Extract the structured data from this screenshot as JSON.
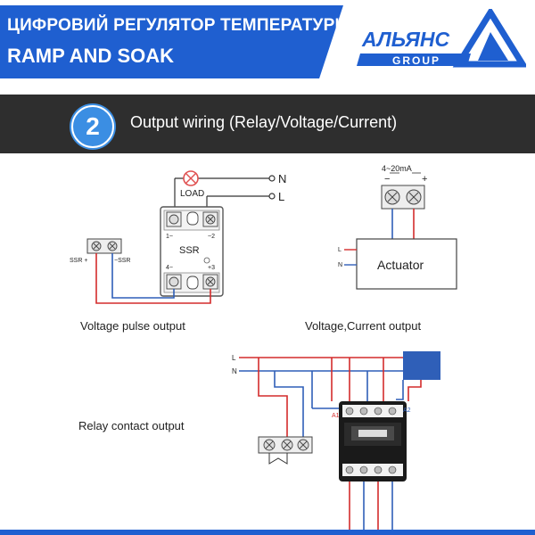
{
  "header": {
    "title_line1": "ЦИФРОВИЙ РЕГУЛЯТОР ТЕМПЕРАТУРИ",
    "title_line2": "RAMP AND SOAK",
    "logo_text": "АЛЬЯНС",
    "logo_subtext": "GROUP"
  },
  "section": {
    "number": "2",
    "title": "Output wiring (Relay/Voltage/Current)"
  },
  "diagram": {
    "ssr_wiring": {
      "caption": "Voltage pulse output",
      "load_label": "LOAD",
      "n_label": "N",
      "l_label": "L",
      "ssr_label": "SSR",
      "terminal_1": "1~",
      "terminal_2": "~2",
      "terminal_3": "+3",
      "terminal_4": "4−",
      "ssr_plus": "SSR +",
      "ssr_minus": "−SSR"
    },
    "actuator_wiring": {
      "caption": "Voltage,Current output",
      "range_label": "4~20mA",
      "minus": "−",
      "plus": "+",
      "actuator_label": "Actuator",
      "l_label": "L",
      "n_label": "N"
    },
    "relay_wiring": {
      "caption": "Relay contact output",
      "l_label": "L",
      "n_label": "N",
      "a1_label": "A1",
      "a2_label": "A2"
    }
  },
  "colors": {
    "brand_blue": "#1f5fd0",
    "dark_bar": "#2e2e2e",
    "step_blue": "#3b8ee3",
    "wire_red": "#d42b2b",
    "wire_blue": "#2f5fb8",
    "load_red": "#e05050"
  }
}
